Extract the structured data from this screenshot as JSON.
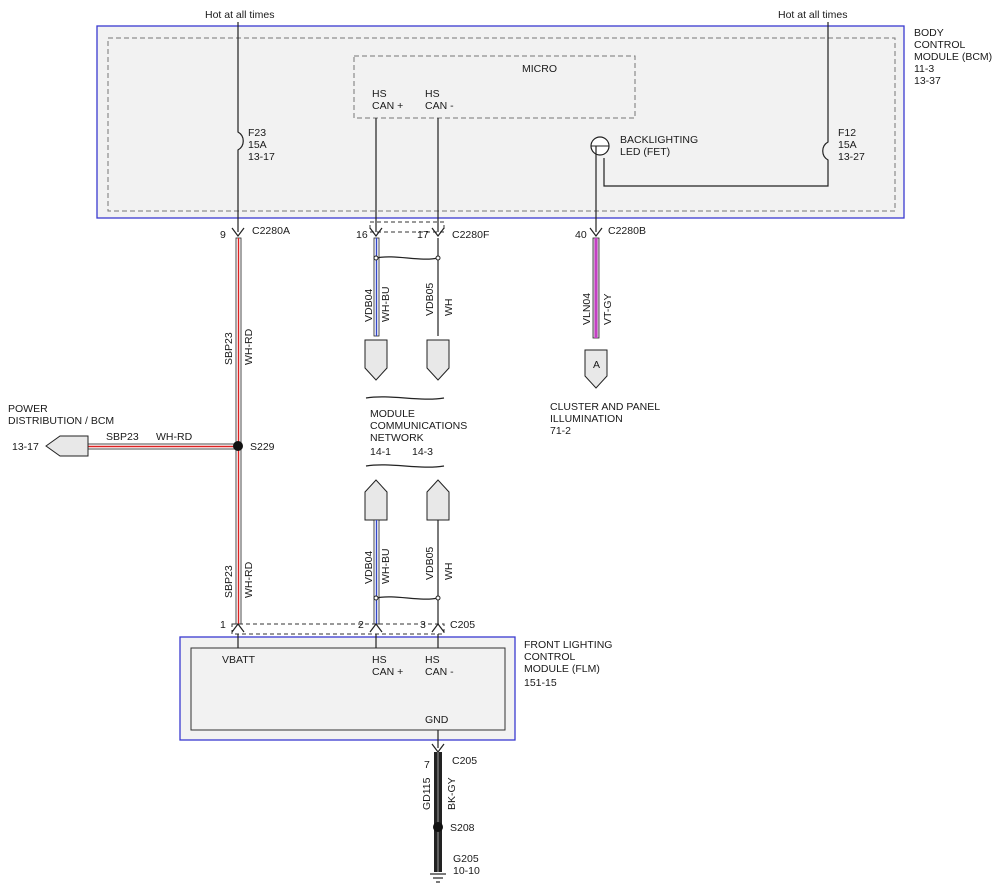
{
  "hot_left": "Hot at all times",
  "hot_right": "Hot at all times",
  "bcm": {
    "title": [
      "BODY",
      "CONTROL",
      "MODULE (BCM)",
      "11-3",
      "13-37"
    ]
  },
  "micro": {
    "title": "MICRO",
    "hs_plus": [
      "HS",
      "CAN +"
    ],
    "hs_minus": [
      "HS",
      "CAN -"
    ]
  },
  "fuse_f23": [
    "F23",
    "15A",
    "13-17"
  ],
  "fuse_f12": [
    "F12",
    "15A",
    "13-27"
  ],
  "backlighting": [
    "BACKLIGHTING",
    "LED (FET)"
  ],
  "c2280a": {
    "pin": "9",
    "label": "C2280A"
  },
  "c2280f": {
    "pin1": "16",
    "pin2": "17",
    "label": "C2280F"
  },
  "c2280b": {
    "pin": "40",
    "label": "C2280B"
  },
  "wire_sbp23": {
    "circuit": "SBP23",
    "color": "WH-RD"
  },
  "wire_vdb04": {
    "circuit": "VDB04",
    "color": "WH-BU"
  },
  "wire_vdb05": {
    "circuit": "VDB05",
    "color": "WH"
  },
  "wire_vln04": {
    "circuit": "VLN04",
    "color": "VT-GY"
  },
  "wire_gd115": {
    "circuit": "GD115",
    "color": "BK-GY"
  },
  "cluster": {
    "marker": "A",
    "label": [
      "CLUSTER AND PANEL",
      "ILLUMINATION",
      "71-2"
    ]
  },
  "mcn": {
    "label": [
      "MODULE",
      "COMMUNICATIONS",
      "NETWORK"
    ],
    "ref1": "14-1",
    "ref2": "14-3"
  },
  "power_dist": {
    "label": [
      "POWER",
      "DISTRIBUTION / BCM"
    ],
    "ref": "13-17"
  },
  "s229": "S229",
  "flm": {
    "title": [
      "FRONT LIGHTING",
      "CONTROL",
      "MODULE (FLM)",
      "151-15"
    ],
    "vbatt": "VBATT",
    "hs_plus": [
      "HS",
      "CAN +"
    ],
    "hs_minus": [
      "HS",
      "CAN -"
    ],
    "gnd": "GND"
  },
  "c205_top": {
    "pin1": "1",
    "pin2": "2",
    "pin3": "3",
    "label": "C205"
  },
  "c205_bottom": {
    "pin": "7",
    "label": "C205"
  },
  "s208": "S208",
  "g205": [
    "G205",
    "10-10"
  ]
}
